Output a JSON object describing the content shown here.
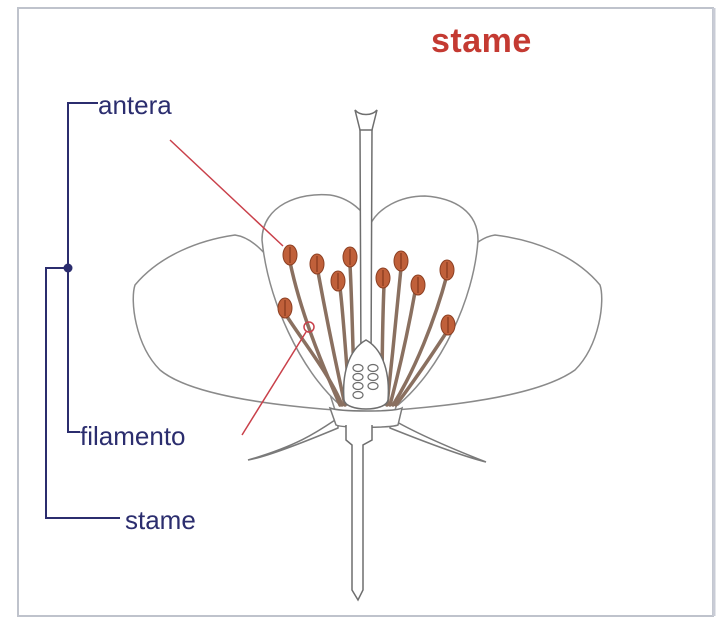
{
  "title": "stame",
  "labels": {
    "antera": "antera",
    "filamento": "filamento",
    "stame": "stame"
  },
  "colors": {
    "title": "#c43a32",
    "label_text": "#2b2d6e",
    "bracket": "#2b2d6e",
    "pointer": "#c9404a",
    "anther": "#c0603a",
    "filament": "#8a7060",
    "outline": "#7a7a7a",
    "frame": "#bfc3cc"
  }
}
